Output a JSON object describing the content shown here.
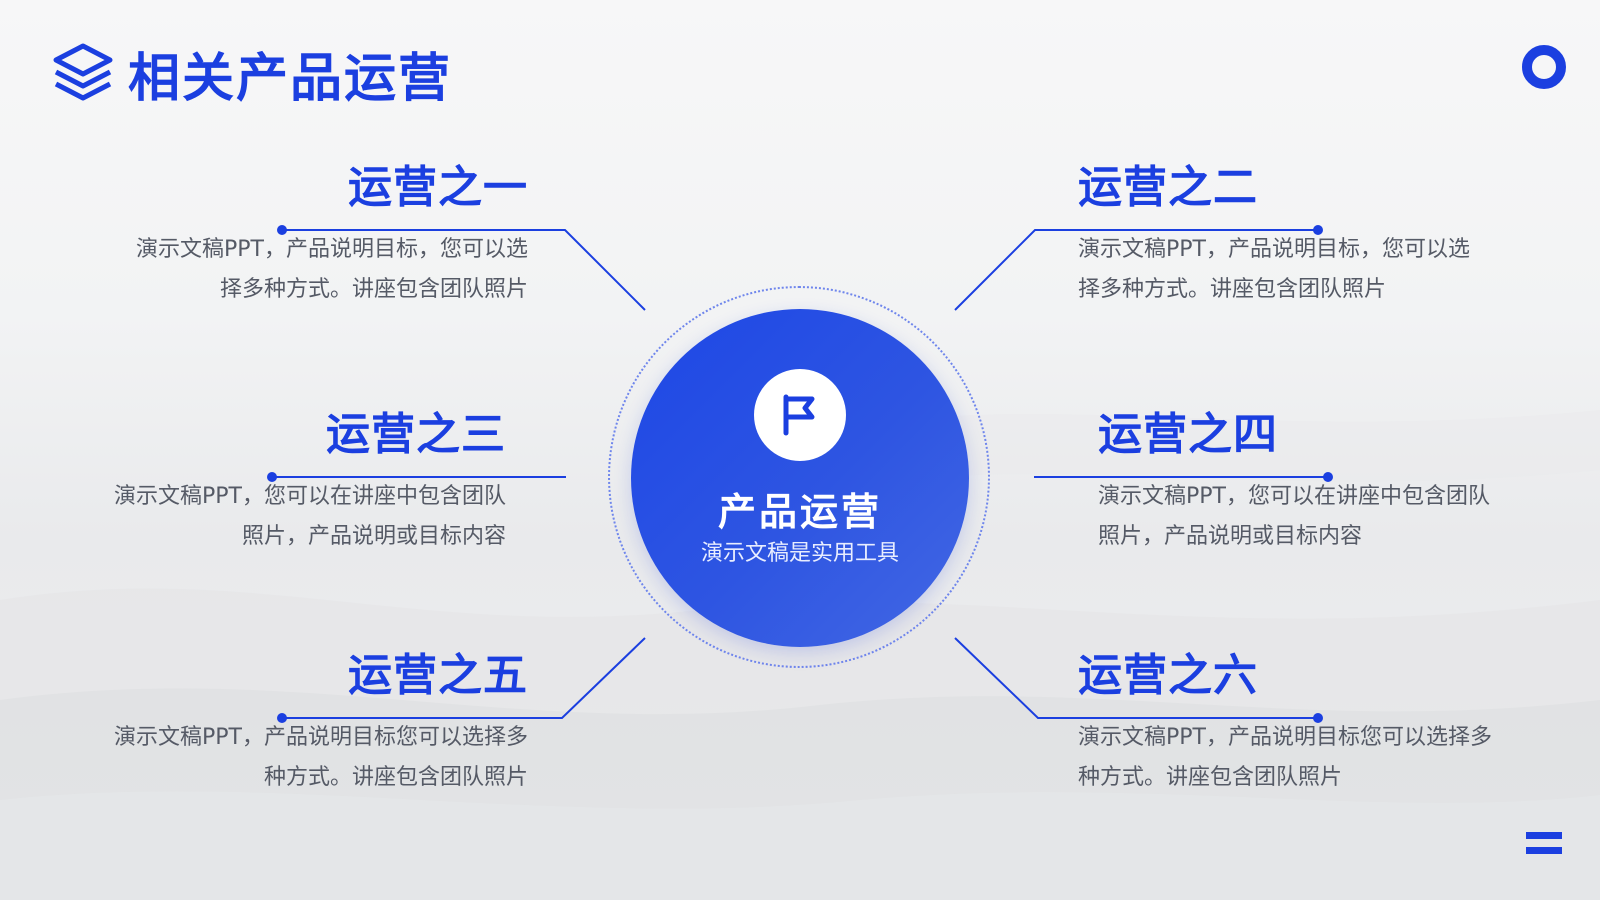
{
  "header": {
    "title": "相关产品运营",
    "icon": "layers-icon",
    "ring_icon": "ring-icon",
    "menu_icon": "menu-icon"
  },
  "center": {
    "title": "产品运营",
    "subtitle": "演示文稿是实用工具",
    "icon": "flag-icon"
  },
  "items": [
    {
      "title": "运营之一",
      "line1": "演示文稿PPT，产品说明目标，您可以选",
      "line2": "择多种方式。讲座包含团队照片"
    },
    {
      "title": "运营之二",
      "line1": "演示文稿PPT，产品说明目标，您可以选",
      "line2": "择多种方式。讲座包含团队照片"
    },
    {
      "title": "运营之三",
      "line1": "演示文稿PPT，您可以在讲座中包含团队",
      "line2": "照片，产品说明或目标内容"
    },
    {
      "title": "运营之四",
      "line1": "演示文稿PPT，您可以在讲座中包含团队",
      "line2": "照片，产品说明或目标内容"
    },
    {
      "title": "运营之五",
      "line1": "演示文稿PPT，产品说明目标您可以选择多",
      "line2": "种方式。讲座包含团队照片"
    },
    {
      "title": "运营之六",
      "line1": "演示文稿PPT，产品说明目标您可以选择多",
      "line2": "种方式。讲座包含团队照片"
    }
  ],
  "colors": {
    "accent": "#1b3fe0",
    "text": "#555a66",
    "circle": "#2e55e2"
  }
}
